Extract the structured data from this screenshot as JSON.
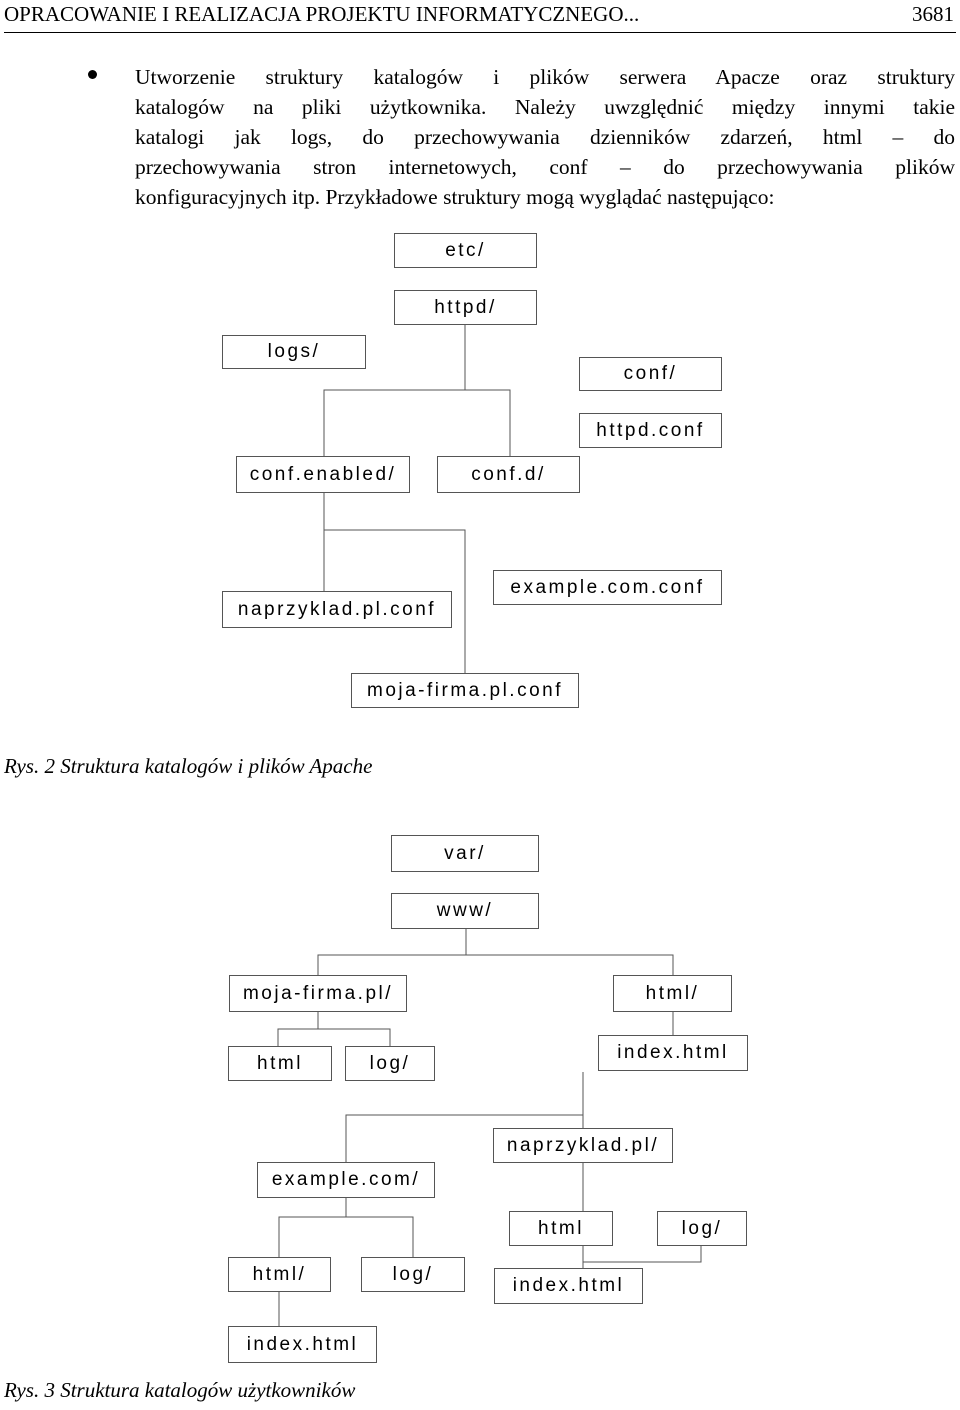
{
  "header": {
    "title": "OPRACOWANIE I REALIZACJA PROJEKTU INFORMATYCZNEGO...",
    "page_number": "3681"
  },
  "paragraph": {
    "lines": [
      "Utworzenie struktury katalogów i plików serwera Apacze oraz struktury",
      "katalogów na pliki użytkownika. Należy uwzględnić między innymi takie",
      "katalogi jak logs, do przechowywania dzienników zdarzeń, html – do",
      "przechowywania stron internetowych, conf – do przechowywania plików",
      "konfiguracyjnych itp. Przykładowe struktury mogą wyglądać następująco:"
    ]
  },
  "figure2": {
    "caption": "Rys. 2 Struktura katalogów i plików Apache",
    "nodes": {
      "etc": "etc/",
      "httpd": "httpd/",
      "logs": "logs/",
      "conf": "conf/",
      "httpd_conf": "httpd.conf",
      "conf_enabled": "conf.enabled/",
      "conf_d": "conf.d/",
      "naprzyklad_conf": "naprzyklad.pl.conf",
      "example_conf": "example.com.conf",
      "mojafirma_conf": "moja-firma.pl.conf"
    }
  },
  "figure3": {
    "caption": "Rys. 3 Struktura katalogów użytkowników",
    "nodes": {
      "var": "var/",
      "www": "www/",
      "mojafirma": "moja-firma.pl/",
      "html_top": "html/",
      "mf_html": "html",
      "mf_log": "log/",
      "index_top": "index.html",
      "naprzyklad": "naprzyklad.pl/",
      "example": "example.com/",
      "np_html": "html",
      "np_log": "log/",
      "ex_html": "html/",
      "ex_log": "log/",
      "np_index": "index.html",
      "ex_index": "index.html"
    }
  }
}
